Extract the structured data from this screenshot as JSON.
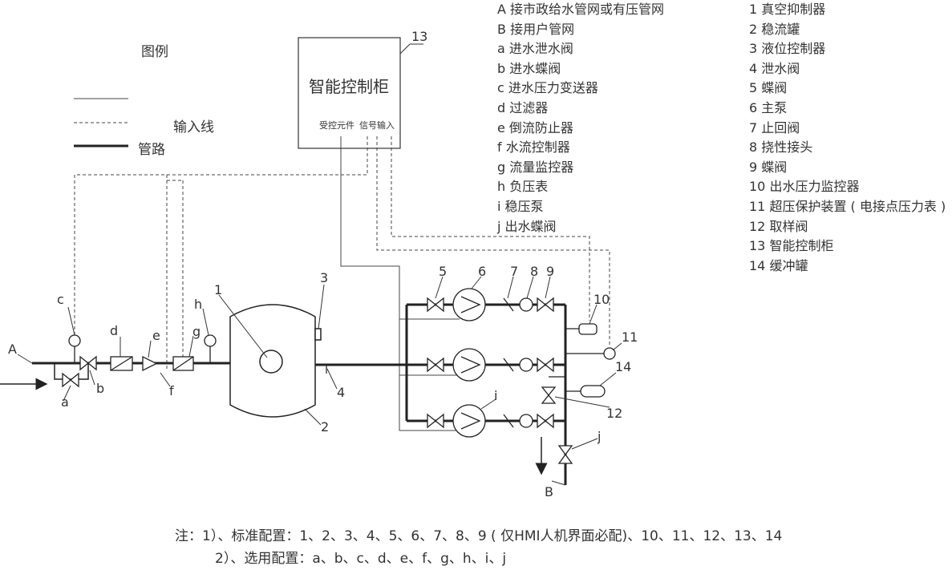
{
  "legend": {
    "title": "图例",
    "items": [
      {
        "label": ""
      },
      {
        "label": "输入线"
      },
      {
        "label": "管路"
      }
    ]
  },
  "cabinet": {
    "title": "智能控制柜",
    "number": "13",
    "port_left": "受控元件",
    "port_right": "信号输入"
  },
  "letter_list": [
    "A 接市政给水管网或有压管网",
    "B 接用户管网",
    "a 进水泄水阀",
    "b 进水蝶阀",
    "c 进水压力变送器",
    "d 过滤器",
    "e 倒流防止器",
    "f  水流控制器",
    "g 流量监控器",
    "h 负压表",
    "i 稳压泵",
    "j 出水蝶阀"
  ],
  "number_list": [
    "1 真空抑制器",
    "2 稳流罐",
    "3 液位控制器",
    "4 泄水阀",
    "5 蝶阀",
    "6 主泵",
    "7 止回阀",
    "8 挠性接头",
    "9 蝶阀",
    "10 出水压力监控器",
    "11 超压保护装置 ( 电接点压力表 )",
    "12 取样阀",
    "13 智能控制柜",
    "14 缓冲罐"
  ],
  "callouts": {
    "A": "A",
    "B": "B",
    "a": "a",
    "b": "b",
    "c": "c",
    "d": "d",
    "e": "e",
    "f": "f",
    "g": "g",
    "h": "h",
    "i": "i",
    "j": "j",
    "n1": "1",
    "n2": "2",
    "n3": "3",
    "n4": "4",
    "n5": "5",
    "n6": "6",
    "n7": "7",
    "n8": "8",
    "n9": "9",
    "n10": "10",
    "n11": "11",
    "n12": "12",
    "n14": "14"
  },
  "notes": [
    "注：1）、标准配置：1、2、3、4、5、6、7、8、9 ( 仅HMI人机界面必配)、10、11、12、13、14",
    "    2）、选用配置：a、b、c、d、e、f、g、h、i、j"
  ]
}
